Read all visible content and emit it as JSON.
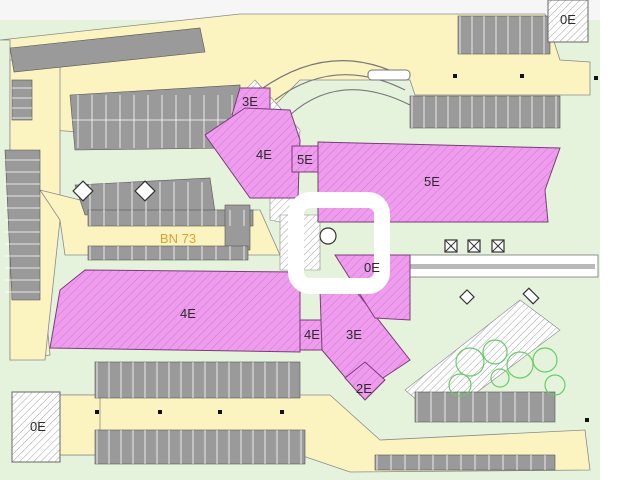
{
  "map_labels": {
    "zone_0e_top_right": "0E",
    "zone_0e_bottom_left": "0E",
    "zone_3e_top": "3E",
    "zone_4e_upper": "4E",
    "zone_5e_small": "5E",
    "zone_5e_big": "5E",
    "zone_4e_lower": "4E",
    "zone_4e_small": "4E",
    "zone_3e_lower": "3E",
    "zone_2e": "2E",
    "zone_0e_center": "0E",
    "plot_name": "BN 73"
  },
  "colors": {
    "building": "#ef9cef",
    "road": "#fbf3c0",
    "grass": "#e6f3dc",
    "parking": "#9a9a9a",
    "plot_label": "#e0a030"
  }
}
